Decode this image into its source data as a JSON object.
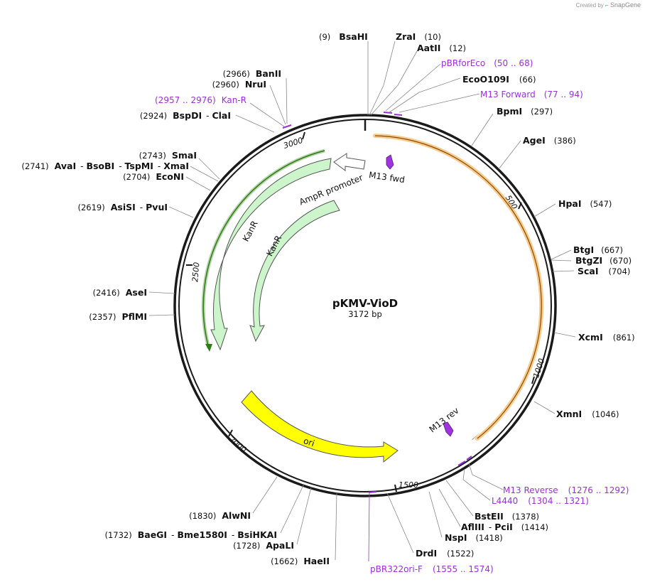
{
  "credit": {
    "text": "Created by",
    "brand": "SnapGene"
  },
  "plasmid": {
    "name": "pKMV-VioD",
    "size_label": "3172 bp"
  },
  "ticks": [
    "500",
    "1000",
    "1500",
    "2000",
    "2500",
    "3000"
  ],
  "features": {
    "kanr_outer": "KanR",
    "kanr_inner": "KanR",
    "ampr_promoter": "AmpR promoter",
    "m13_fwd": "M13 fwd",
    "m13_rev": "M13 rev",
    "ori": "ori"
  },
  "right_sites": [
    {
      "name": "BsaHI",
      "pos": "(9)"
    },
    {
      "name": "ZraI",
      "pos": "(10)"
    },
    {
      "name": "AatII",
      "pos": "(12)"
    },
    {
      "name": "pBRforEco",
      "pos": "(50 .. 68)"
    },
    {
      "name": "EcoO109I",
      "pos": "(66)"
    },
    {
      "name": "M13 Forward",
      "pos": "(77 .. 94)"
    },
    {
      "name": "BpmI",
      "pos": "(297)"
    },
    {
      "name": "AgeI",
      "pos": "(386)"
    },
    {
      "name": "HpaI",
      "pos": "(547)"
    },
    {
      "name": "BtgI",
      "pos": "(667)"
    },
    {
      "name": "BtgZI",
      "pos": "(670)"
    },
    {
      "name": "ScaI",
      "pos": "(704)"
    },
    {
      "name": "XcmI",
      "pos": "(861)"
    },
    {
      "name": "XmnI",
      "pos": "(1046)"
    },
    {
      "name": "M13 Reverse",
      "pos": "(1276 .. 1292)"
    },
    {
      "name": "L4440",
      "pos": "(1304 .. 1321)"
    },
    {
      "name": "BstEII",
      "pos": "(1378)"
    },
    {
      "name": "AflIII",
      "name2": "PciI",
      "pos": "(1414)"
    },
    {
      "name": "NspI",
      "pos": "(1418)"
    },
    {
      "name": "DrdI",
      "pos": "(1522)"
    },
    {
      "name": "pBR322ori-F",
      "pos": "(1555 .. 1574)"
    }
  ],
  "left_sites": [
    {
      "pos": "(2966)",
      "name": "BanII"
    },
    {
      "pos": "(2960)",
      "name": "NruI"
    },
    {
      "pos": "(2957 .. 2976)",
      "name": "Kan-R"
    },
    {
      "pos": "(2924)",
      "name": "BspDI",
      "name2": "ClaI"
    },
    {
      "pos": "(2743)",
      "name": "SmaI"
    },
    {
      "pos": "(2741)",
      "name": "AvaI",
      "name2": "BsoBI",
      "name3": "TspMI",
      "name4": "XmaI"
    },
    {
      "pos": "(2704)",
      "name": "EcoNI"
    },
    {
      "pos": "(2619)",
      "name": "AsiSI",
      "name2": "PvuI"
    },
    {
      "pos": "(2416)",
      "name": "AseI"
    },
    {
      "pos": "(2357)",
      "name": "PflMI"
    },
    {
      "pos": "(1830)",
      "name": "AlwNI"
    },
    {
      "pos": "(1732)",
      "name": "BaeGI",
      "name2": "Bme1580I",
      "name3": "BsiHKAI"
    },
    {
      "pos": "(1728)",
      "name": "ApaLI"
    },
    {
      "pos": "(1662)",
      "name": "HaeII"
    }
  ],
  "colors": {
    "backbone": "#1a1a1a",
    "primer": "#9b30d9",
    "orange_feature": "#f0a030",
    "green_feature": "#2e7d12",
    "kanr_fill": "#ccf5cc",
    "ori_fill": "#ffff00",
    "promoter_fill": "#ffffff",
    "m13_fill": "#a033e0"
  }
}
